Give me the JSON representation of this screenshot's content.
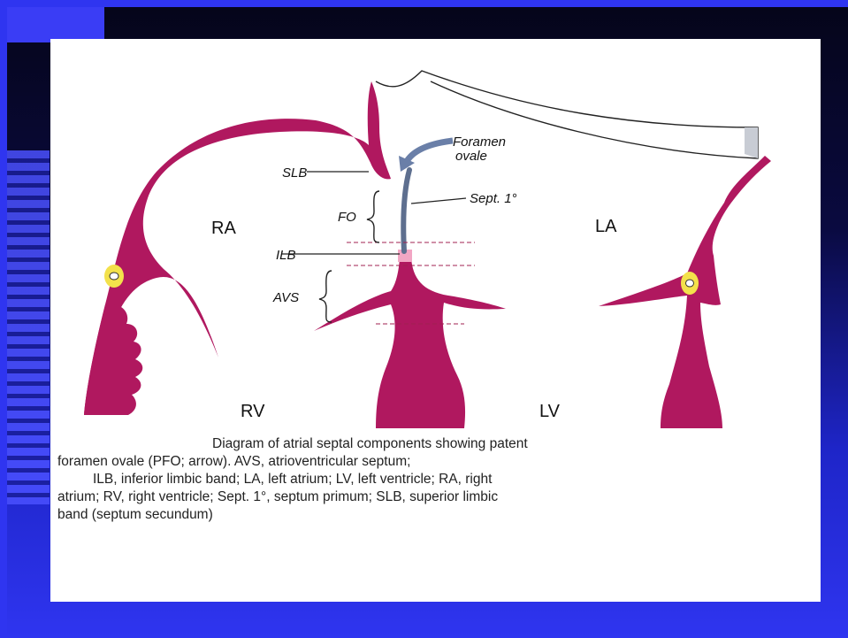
{
  "diagram": {
    "labels": {
      "ra": "RA",
      "la": "LA",
      "rv": "RV",
      "lv": "LV",
      "slb": "SLB",
      "fo": "FO",
      "ilb": "ILB",
      "avs": "AVS",
      "foramen_line1": "Foramen",
      "foramen_line2": "ovale",
      "sept1": "Sept. 1°"
    },
    "colors": {
      "tissue": "#b0185f",
      "valve": "#f3e14b",
      "septum_primum": "#5e6f8f",
      "ilb_highlight": "#f2a6c4"
    }
  },
  "caption": {
    "line1": "Diagram of atrial septal components showing patent",
    "line2": "foramen ovale (PFO; arrow). AVS, atrioventricular septum;",
    "line3": "ILB, inferior limbic band; LA, left atrium; LV, left ventricle; RA, right",
    "line4": "atrium; RV, right ventricle; Sept. 1°, septum primum; SLB, superior limbic",
    "line5": "band (septum secundum)"
  }
}
